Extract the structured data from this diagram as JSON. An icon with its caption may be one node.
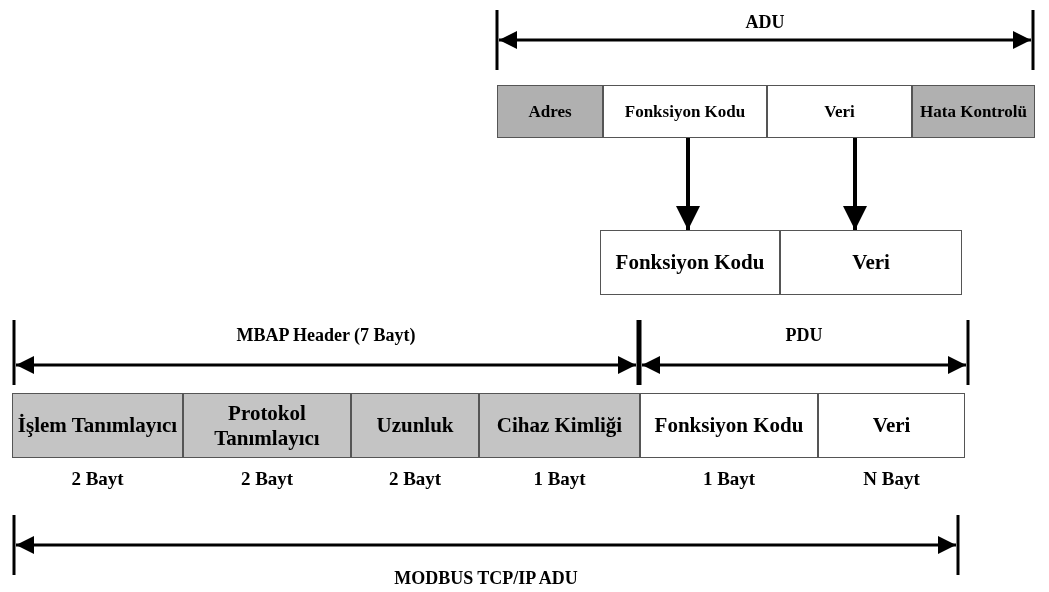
{
  "diagram": {
    "nodes": [
      {
        "text": [
          "Adres"
        ]
      },
      {
        "text": [
          "Fonksiyon Kodu"
        ]
      },
      {
        "text": [
          "Veri"
        ]
      },
      {
        "text": [
          "Hata Kontrolü"
        ]
      },
      {
        "text": [
          "Fonksiyon Kodu"
        ]
      },
      {
        "text": [
          "Veri"
        ]
      },
      {
        "text": [
          "İşlem Tanımlayıcı"
        ],
        "beside": [
          "2 Bayt"
        ]
      },
      {
        "text": [
          "Protokol Tanımlayıcı"
        ],
        "beside": [
          "2 Bayt"
        ]
      },
      {
        "text": [
          "Uzunluk"
        ],
        "beside": [
          "2 Bayt"
        ]
      },
      {
        "text": [
          "Cihaz Kimliği"
        ],
        "beside": [
          "1 Bayt"
        ]
      },
      {
        "text": [
          "Fonksiyon Kodu"
        ],
        "beside": [
          "1 Bayt"
        ]
      },
      {
        "text": [
          "Veri"
        ],
        "beside": [
          "N Bayt"
        ]
      }
    ],
    "edges": [
      {
        "from": 1,
        "to": 4,
        "arrow": "to"
      },
      {
        "from": 2,
        "to": 5,
        "arrow": "to"
      }
    ],
    "labels": [
      "ADU",
      "MBAP Header (7 Bayt)",
      "PDU",
      "MODBUS TCP/IP ADU"
    ]
  }
}
